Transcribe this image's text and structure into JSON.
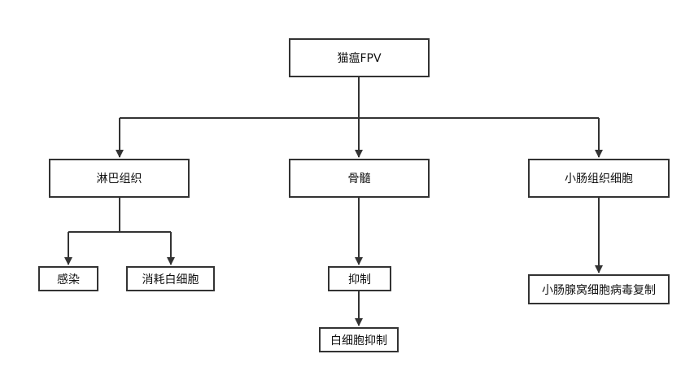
{
  "diagram": {
    "root": "猫瘟FPV",
    "branches": {
      "lymph": "淋巴组织",
      "bone_marrow": "骨髓",
      "intestine": "小肠组织细胞"
    },
    "effects": {
      "infection": "感染",
      "wbc_consumption": "消耗白细胞",
      "suppression": "抑制",
      "wbc_suppression": "白细胞抑制",
      "crypt_replication": "小肠腺窝细胞病毒复制"
    }
  }
}
